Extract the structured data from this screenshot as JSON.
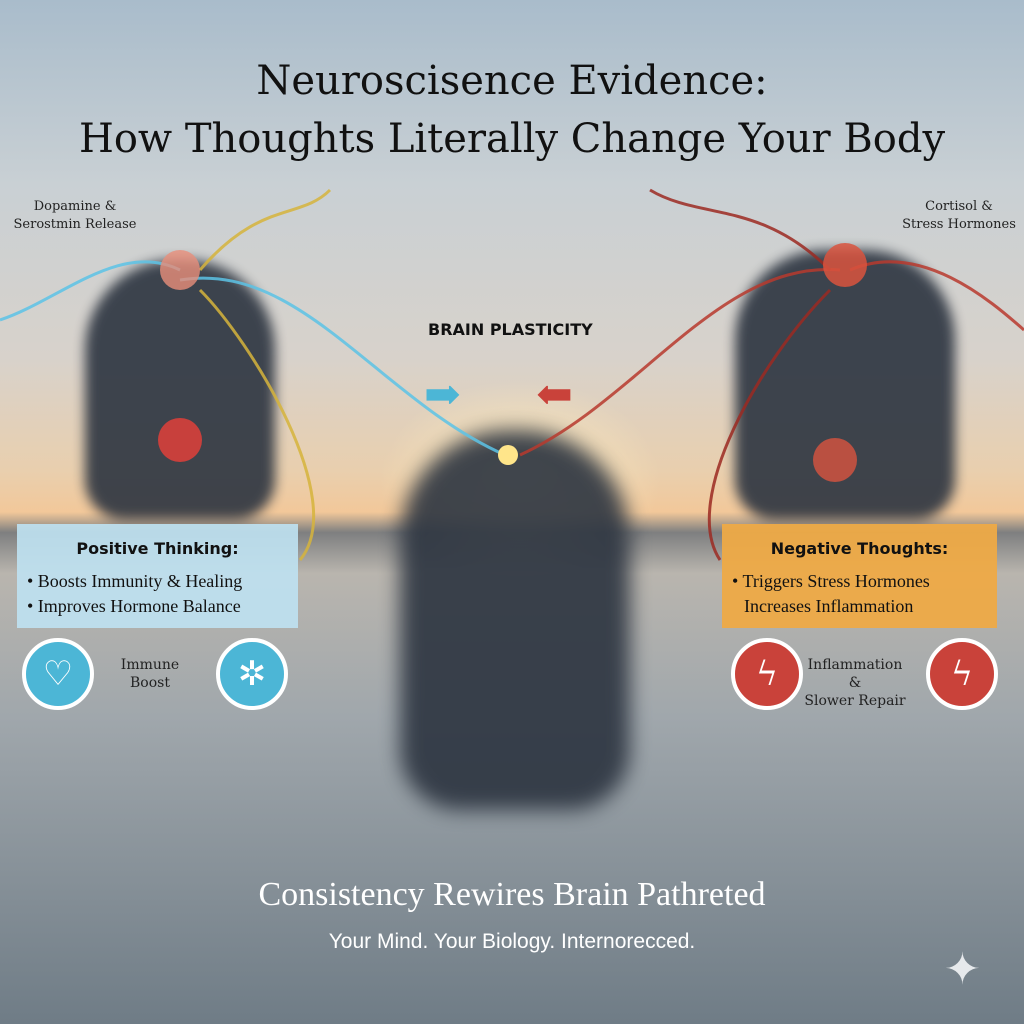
{
  "title": {
    "line1": "Neuroscisence Evidence:",
    "line2": "How Thoughts Literally Change Your Body"
  },
  "left": {
    "label": "Dopamine &\nSerostmin Release",
    "box_title": "Positive Thinking:",
    "bullets": [
      "• Boosts Immunity & Healing",
      "• Improves Hormone Balance"
    ],
    "icon_label": "Immune\nBoost",
    "icons": [
      "heart-plus-icon",
      "immune-cell-icon"
    ]
  },
  "right": {
    "label": "Cortisol &\nStress Hormones",
    "box_title": "Negative Thoughts:",
    "bullets": [
      "• Triggers Stress Hormones",
      "Increases Inflammation"
    ],
    "icon_label": "Inflammation &\nSlower Repair",
    "icons": [
      "broken-heart-icon",
      "broken-heart-icon"
    ]
  },
  "center": {
    "label": "BRAIN PLASTICITY"
  },
  "bottom": {
    "headline": "Consistency Rewires Brain Pathreted",
    "tagline": "Your Mind. Your Biology. Internorecced."
  },
  "colors": {
    "positive": "#4cb6d6",
    "negative": "#c9423a",
    "accent": "#eeaa46"
  }
}
